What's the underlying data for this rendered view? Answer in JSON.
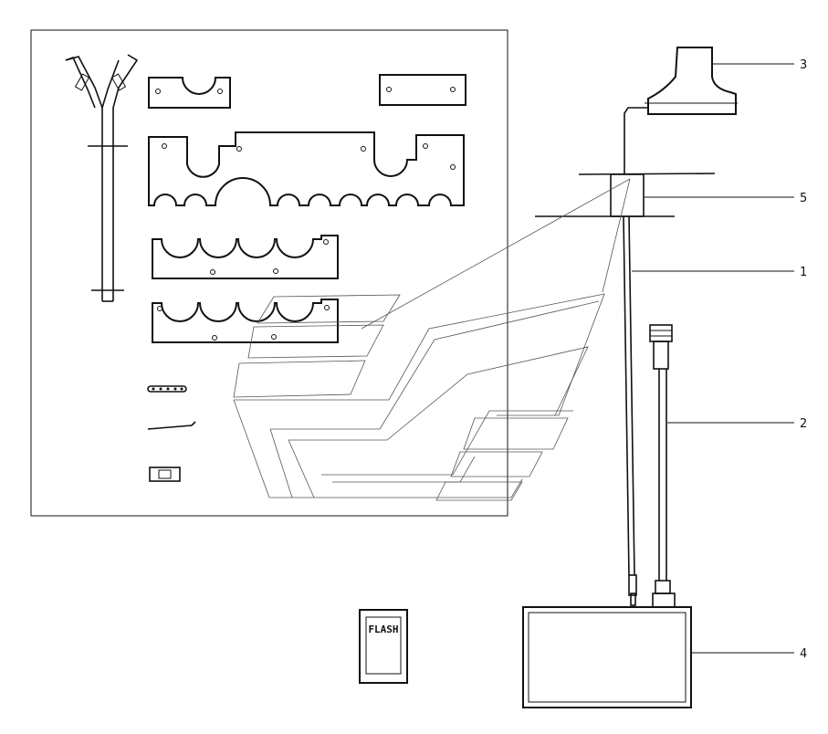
{
  "callouts": [
    {
      "id": "callout-3",
      "label": "3"
    },
    {
      "id": "callout-5",
      "label": "5"
    },
    {
      "id": "callout-1",
      "label": "1"
    },
    {
      "id": "callout-2",
      "label": "2"
    },
    {
      "id": "callout-4",
      "label": "4"
    }
  ],
  "flash_card": {
    "label": "FLASH"
  }
}
